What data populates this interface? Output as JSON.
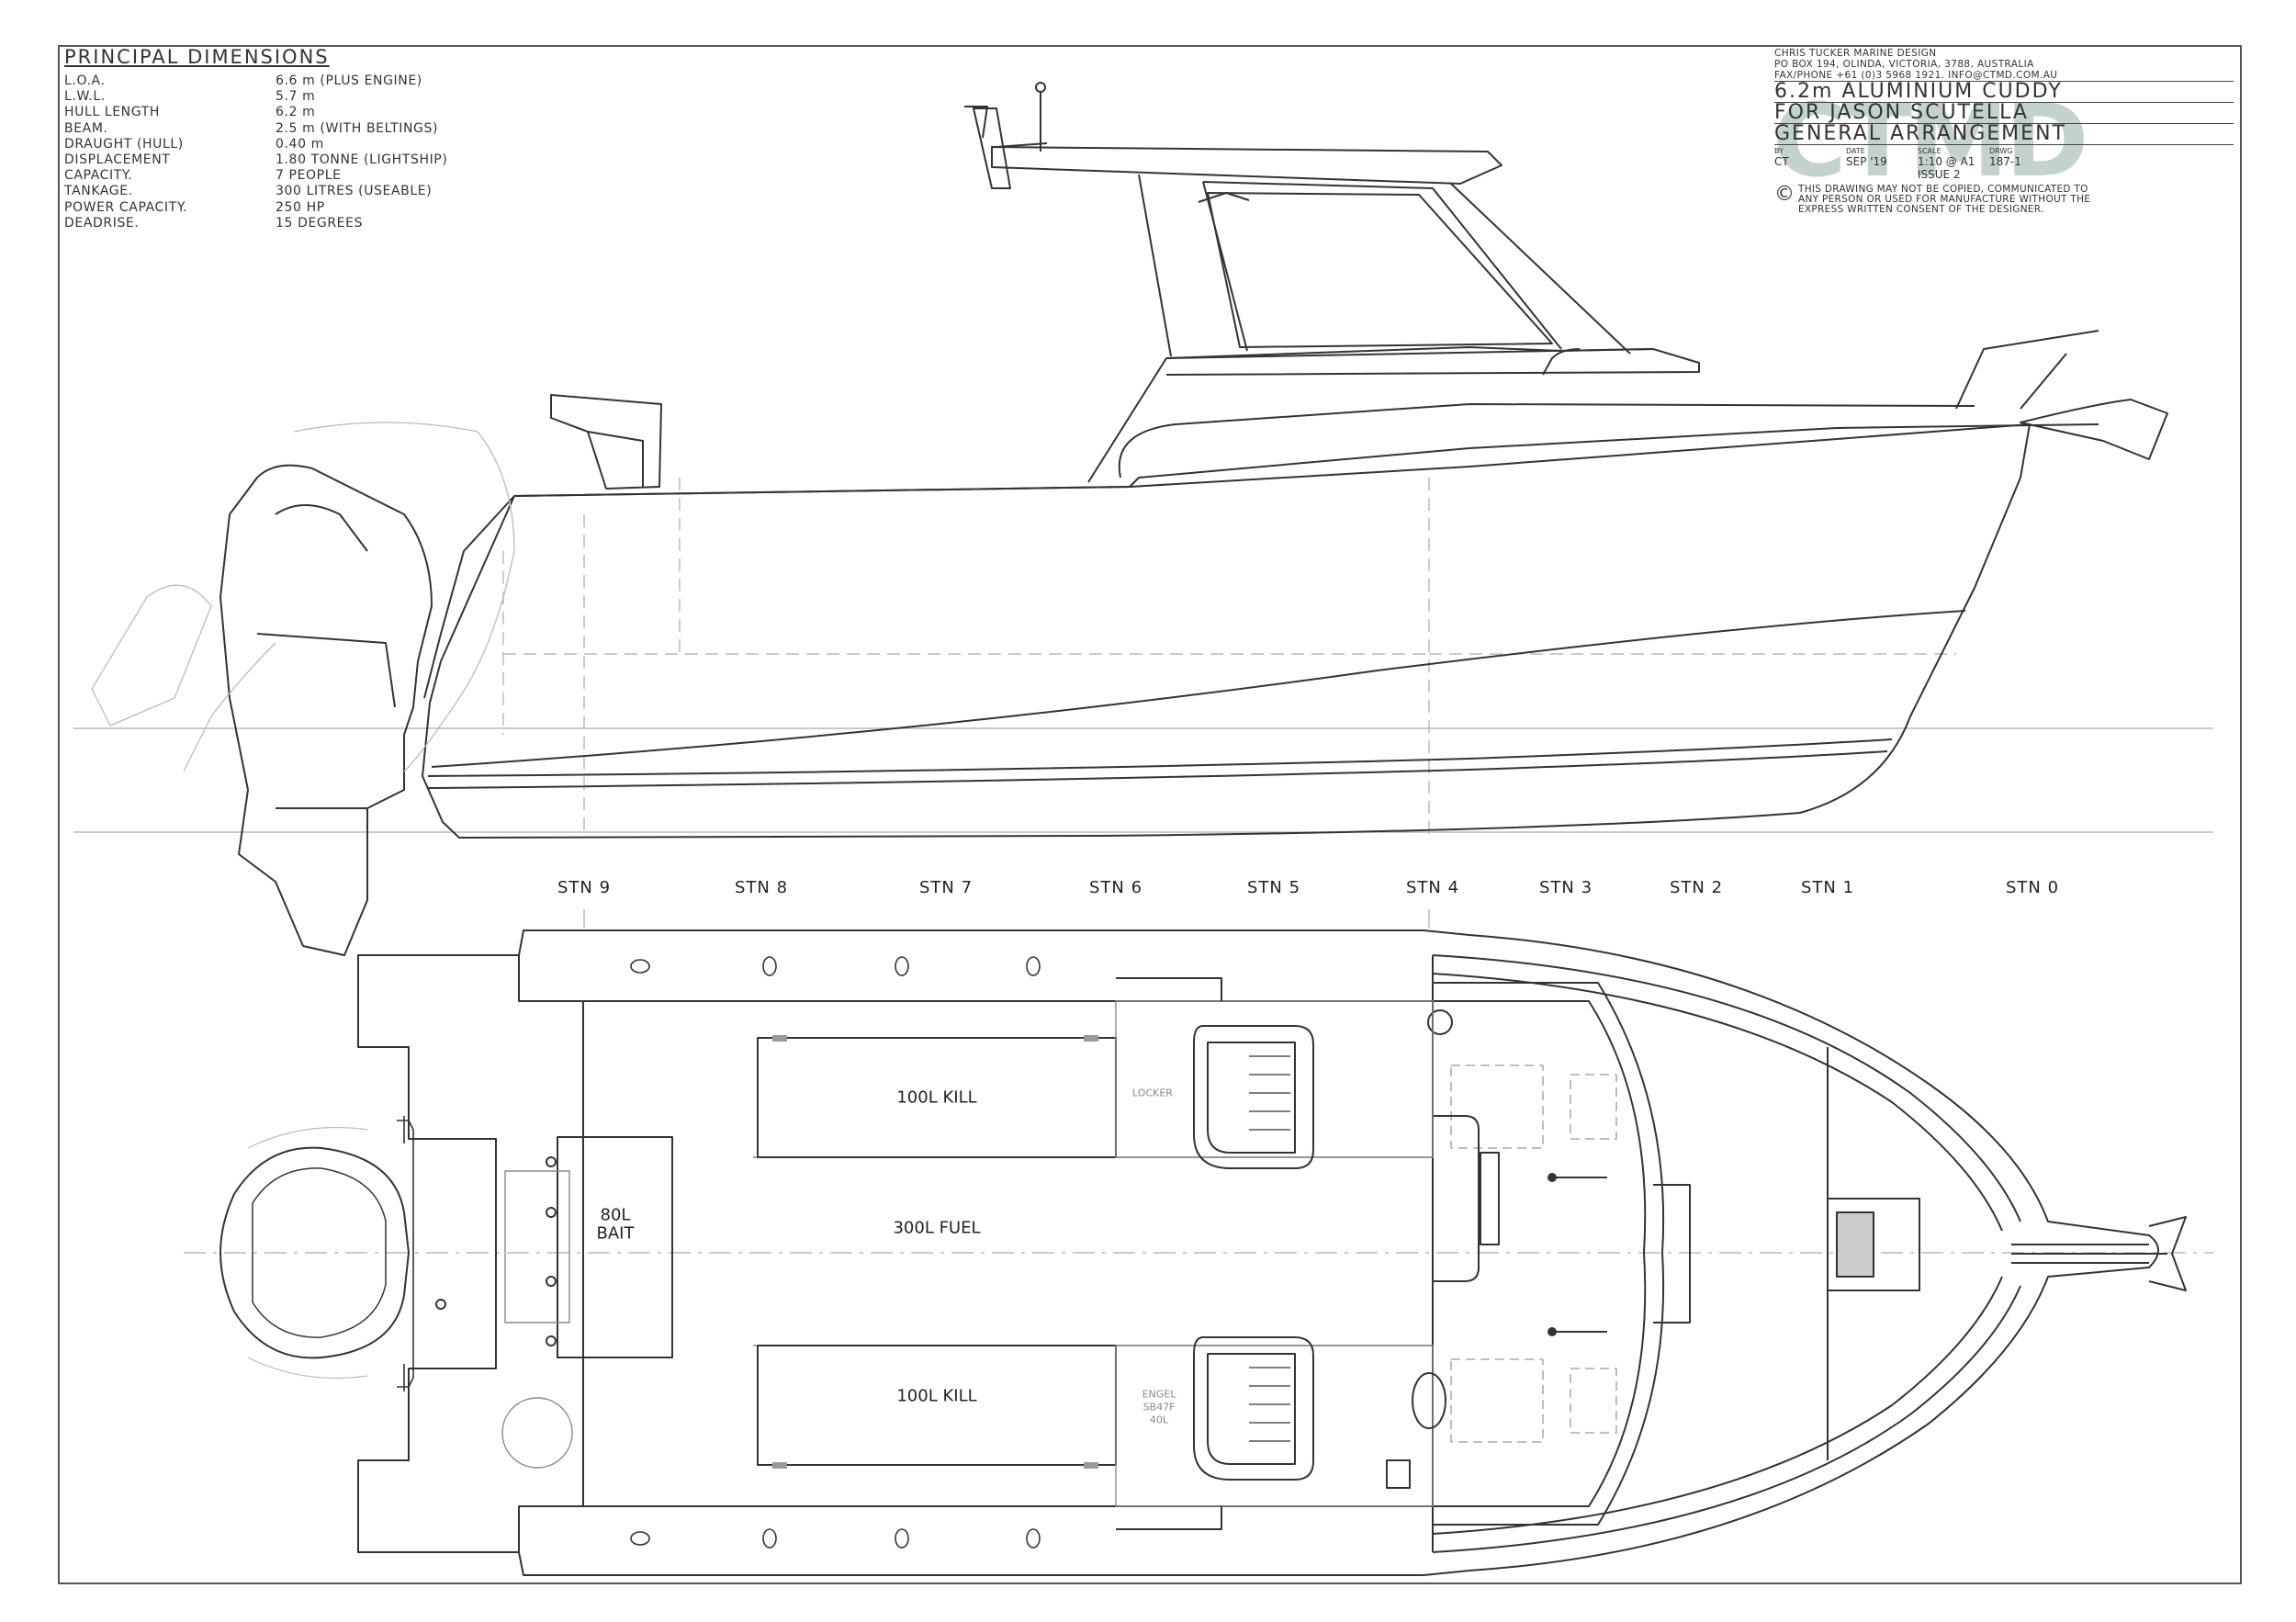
{
  "principal_dimensions": {
    "title": "PRINCIPAL DIMENSIONS",
    "rows": [
      {
        "label": "L.O.A.",
        "value": "6.6 m (PLUS ENGINE)"
      },
      {
        "label": "L.W.L.",
        "value": "5.7 m"
      },
      {
        "label": "HULL LENGTH",
        "value": "6.2 m"
      },
      {
        "label": "BEAM.",
        "value": "2.5 m (WITH BELTINGS)"
      },
      {
        "label": "DRAUGHT (HULL)",
        "value": "0.40 m"
      },
      {
        "label": "DISPLACEMENT",
        "value": "1.80 TONNE (LIGHTSHIP)"
      },
      {
        "label": "CAPACITY.",
        "value": "7 PEOPLE"
      },
      {
        "label": "TANKAGE.",
        "value": "300 LITRES (USEABLE)"
      },
      {
        "label": "POWER CAPACITY.",
        "value": "250 HP"
      },
      {
        "label": "DEADRISE.",
        "value": "15 DEGREES"
      }
    ]
  },
  "title_block": {
    "address_lines": [
      "CHRIS TUCKER MARINE DESIGN",
      "PO BOX 194, OLINDA, VICTORIA, 3788, AUSTRALIA",
      "FAX/PHONE +61 (0)3 5968 1921. INFO@CTMD.COM.AU"
    ],
    "title_lines": [
      "6.2m ALUMINIUM CUDDY",
      "FOR JASON SCUTELLA",
      "GENERAL ARRANGEMENT"
    ],
    "meta_headers": [
      "BY",
      "DATE",
      "SCALE",
      "DRWG"
    ],
    "meta_values": [
      "CT",
      "SEP '19",
      "1:10 @ A1",
      "187-1"
    ],
    "issue": "ISSUE 2",
    "copyright_symbol": "©",
    "copyright_lines": [
      "THIS DRAWING MAY NOT BE COPIED, COMMUNICATED TO",
      "ANY PERSON OR USED FOR MANUFACTURE WITHOUT THE",
      "EXPRESS WRITTEN CONSENT OF THE DESIGNER."
    ],
    "logo_text": "CTMD"
  },
  "stations": [
    "STN 9",
    "STN 8",
    "STN 7",
    "STN 6",
    "STN 5",
    "STN 4",
    "STN 3",
    "STN 2",
    "STN 1",
    "STN 0"
  ],
  "plan_labels": {
    "kill_top": "100L KILL",
    "fuel": "300L FUEL",
    "kill_bottom": "100L KILL",
    "bait_line1": "80L",
    "bait_line2": "BAIT",
    "locker": "LOCKER",
    "fridge_line1": "ENGEL",
    "fridge_line2": "SB47F",
    "fridge_line3": "40L"
  },
  "colors": {
    "line": "#333333",
    "faint": "#aaaaaa",
    "logo": "#c3d2cd"
  }
}
